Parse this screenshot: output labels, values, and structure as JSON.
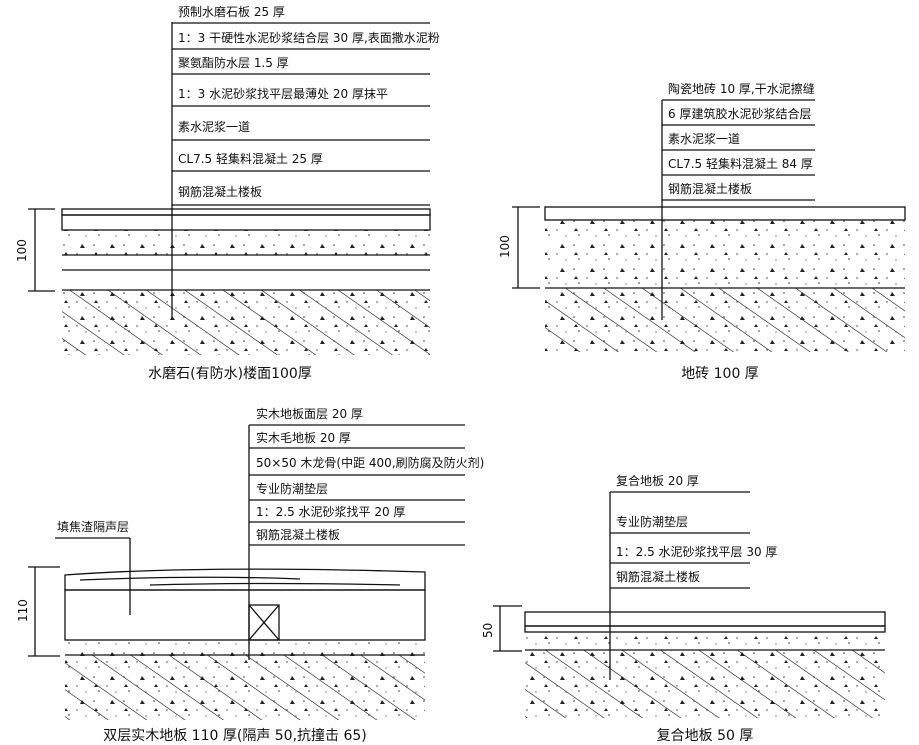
{
  "panels": [
    {
      "title": "水磨石(有防水)楼面100厚",
      "dimension": "100",
      "layers": [
        "预制水磨石板 25 厚",
        "1：3 干硬性水泥砂浆结合层 30 厚,表面撒水泥粉",
        "聚氨酯防水层 1.5 厚",
        "1：3 水泥砂浆找平层最薄处 20 厚抹平",
        "素水泥浆一道",
        "CL7.5 轻集料混凝土 25 厚",
        "钢筋混凝土楼板"
      ]
    },
    {
      "title": "地砖 100 厚",
      "dimension": "100",
      "layers": [
        "陶瓷地砖 10 厚,干水泥擦缝",
        "6 厚建筑胶水泥砂浆结合层",
        "素水泥浆一道",
        "CL7.5 轻集料混凝土 84 厚",
        "钢筋混凝土楼板"
      ]
    },
    {
      "title": "双层实木地板 110 厚(隔声 50,抗撞击 65)",
      "dimension": "110",
      "side_note": "填焦渣隔声层",
      "layers": [
        "实木地板面层 20 厚",
        "实木毛地板 20 厚",
        "50×50 木龙骨(中距 400,刷防腐及防火剂)",
        "专业防潮垫层",
        "1：2.5 水泥砂浆找平 20 厚",
        "钢筋混凝土楼板"
      ]
    },
    {
      "title": "复合地板 50 厚",
      "dimension": "50",
      "layers": [
        "复合地板 20 厚",
        "专业防潮垫层",
        "1：2.5 水泥砂浆找平层 30 厚",
        "钢筋混凝土楼板"
      ]
    }
  ]
}
